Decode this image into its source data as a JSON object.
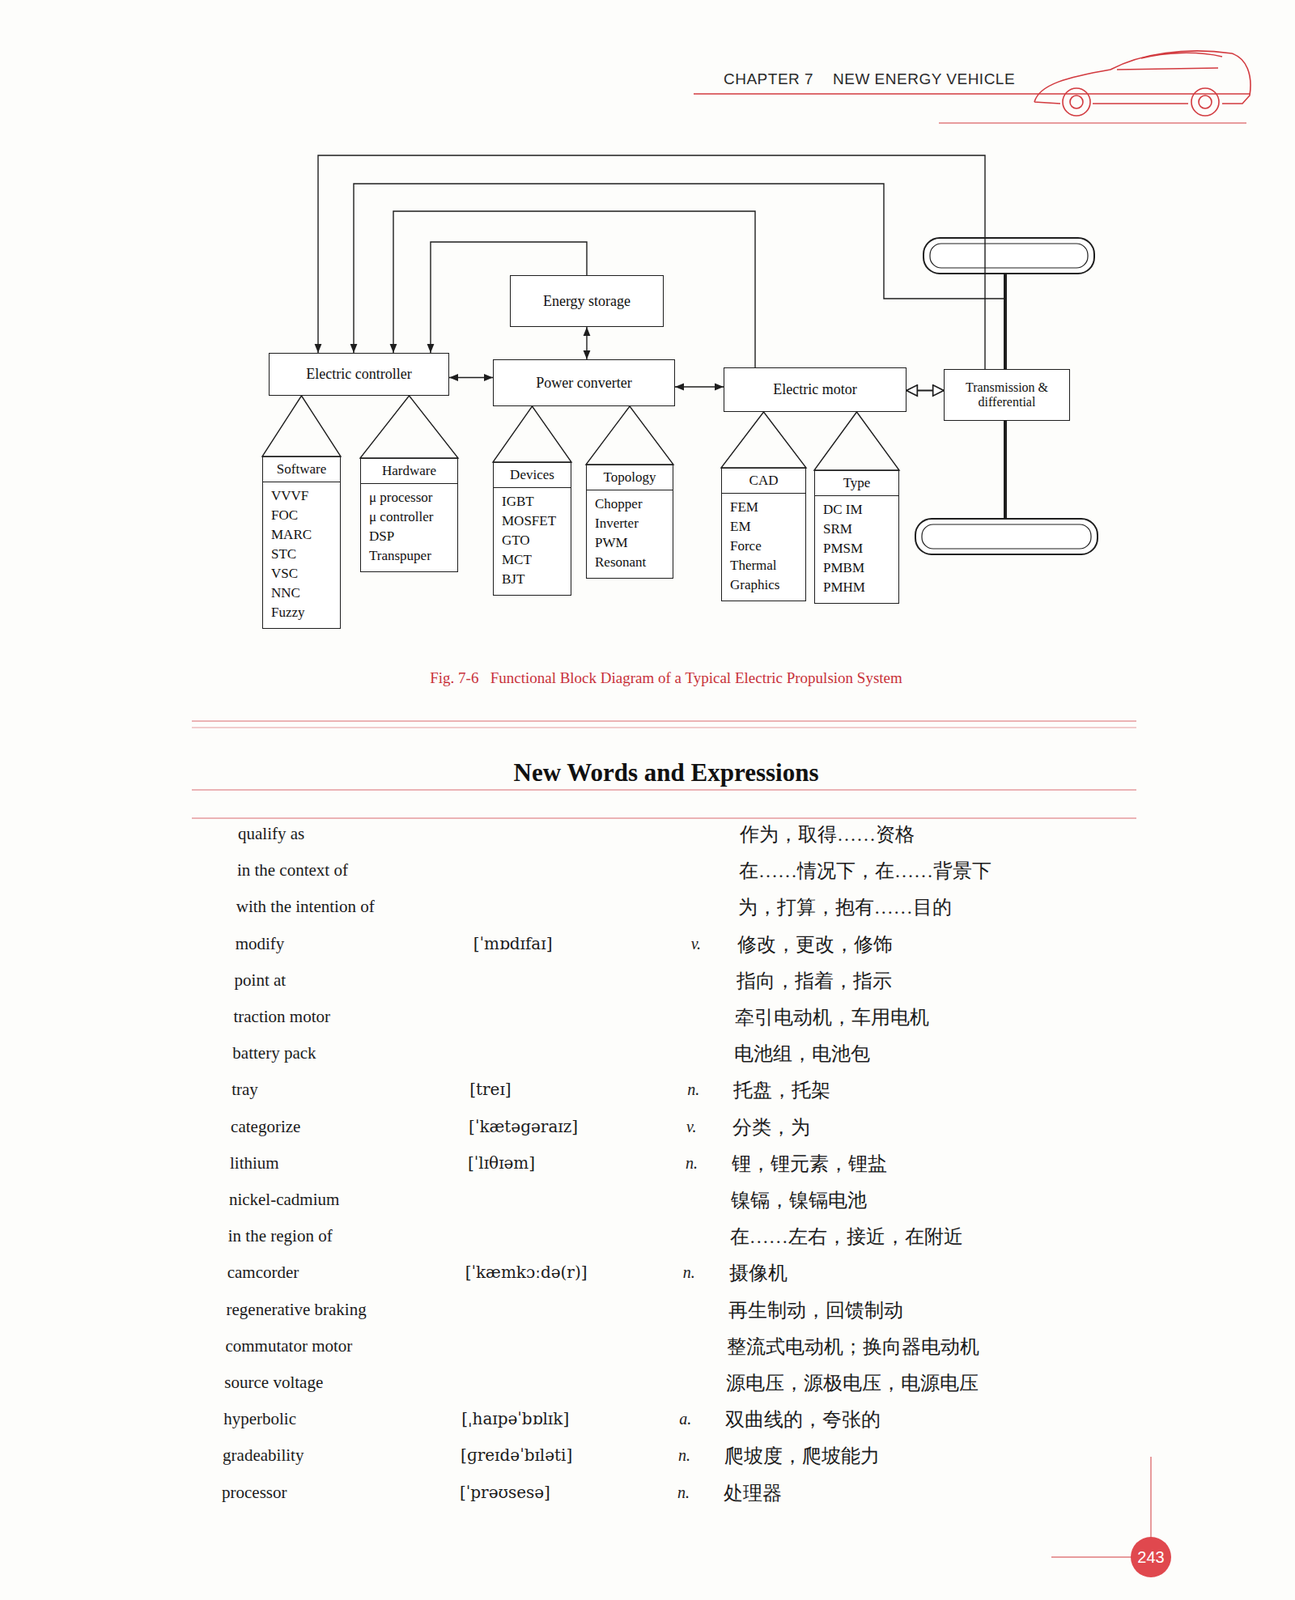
{
  "diagram": {
    "title": "New Words and Expressions",
    "caption": "Fig. 7-6   Functional Block Diagram of a Typical Electric Propulsion System",
    "nodes": [
      {
        "text": [
          "Energy storage"
        ]
      },
      {
        "text": [
          "Electric controller"
        ]
      },
      {
        "text": [
          "Power converter"
        ]
      },
      {
        "text": [
          "Electric motor"
        ]
      },
      {
        "text": [
          "Transmission & differential"
        ]
      },
      {
        "text": [
          "Software",
          "VVVF FOC MARC STC VSC NNC Fuzzy"
        ]
      },
      {
        "text": [
          "Hardware",
          "μ processor μ controller DSP Transpuper"
        ]
      },
      {
        "text": [
          "Devices",
          "IGBT MOSFET GTO MCT BJT"
        ]
      },
      {
        "text": [
          "Topology",
          "Chopper Inverter PWM Resonant"
        ]
      },
      {
        "text": [
          "CAD",
          "FEM EM Force Thermal Graphics"
        ]
      },
      {
        "text": [
          "Type",
          "DC IM SRM PMSM PMBM PMHM"
        ]
      }
    ],
    "edges": [
      {
        "from": 0,
        "to": 1,
        "arrow": "to"
      },
      {
        "from": 1,
        "to": 2,
        "arrow": "both"
      },
      {
        "from": 0,
        "to": 2,
        "arrow": "both"
      },
      {
        "from": 2,
        "to": 3,
        "arrow": "both"
      },
      {
        "from": 3,
        "to": 4,
        "arrow": "both"
      },
      {
        "from": 3,
        "to": 1,
        "arrow": "to"
      },
      {
        "from": 4,
        "to": 1,
        "arrow": "to"
      },
      {
        "from": 1,
        "to": 5,
        "arrow": "none"
      },
      {
        "from": 1,
        "to": 6,
        "arrow": "none"
      },
      {
        "from": 2,
        "to": 7,
        "arrow": "none"
      },
      {
        "from": 2,
        "to": 8,
        "arrow": "none"
      },
      {
        "from": 3,
        "to": 9,
        "arrow": "none"
      },
      {
        "from": 3,
        "to": 10,
        "arrow": "none"
      }
    ],
    "labels": [
      "CHAPTER 7",
      "NEW ENERGY VEHICLE",
      "qualify as",
      "作为，取得……资格",
      "in the context of",
      "在……情况下，在……背景下",
      "with the intention of",
      "为，打算，抱有……目的",
      "modify",
      "[ˈmɒdɪfaɪ]",
      "v.",
      "修改，更改，修饰",
      "point at",
      "指向，指着，指示",
      "traction motor",
      "牵引电动机，车用电机",
      "battery pack",
      "电池组，电池包",
      "tray",
      "[treɪ]",
      "n.",
      "托盘，托架",
      "categorize",
      "[ˈkætəgəraɪz]",
      "v.",
      "分类，为",
      "lithium",
      "[ˈlɪθɪəm]",
      "n.",
      "锂，锂元素，锂盐",
      "nickel-cadmium",
      "镍镉，镍镉电池",
      "in the region of",
      "在……左右，接近，在附近",
      "camcorder",
      "[ˈkæmkɔːdə(r)]",
      "n.",
      "摄像机",
      "regenerative braking",
      "再生制动，回馈制动",
      "commutator motor",
      "整流式电动机；换向器电动机",
      "source voltage",
      "源电压，源极电压，电源电压",
      "hyperbolic",
      "[ˌhaɪpəˈbɒlɪk]",
      "a.",
      "双曲线的，夸张的",
      "gradeability",
      "[ɡreɪdəˈbɪləti]",
      "n.",
      "爬坡度，爬坡能力",
      "processor",
      "[ˈprəʊsesə]",
      "n.",
      "处理器",
      "243"
    ]
  }
}
